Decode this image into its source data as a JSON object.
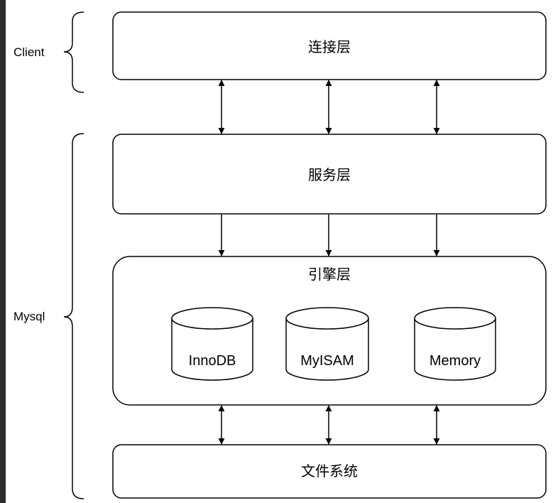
{
  "groups": {
    "client": "Client",
    "mysql": "Mysql"
  },
  "layers": {
    "connection": "连接层",
    "service": "服务层",
    "engine": "引擎层",
    "filesystem": "文件系统"
  },
  "engines": {
    "innodb": "InnoDB",
    "myisam": "MyISAM",
    "memory": "Memory"
  }
}
